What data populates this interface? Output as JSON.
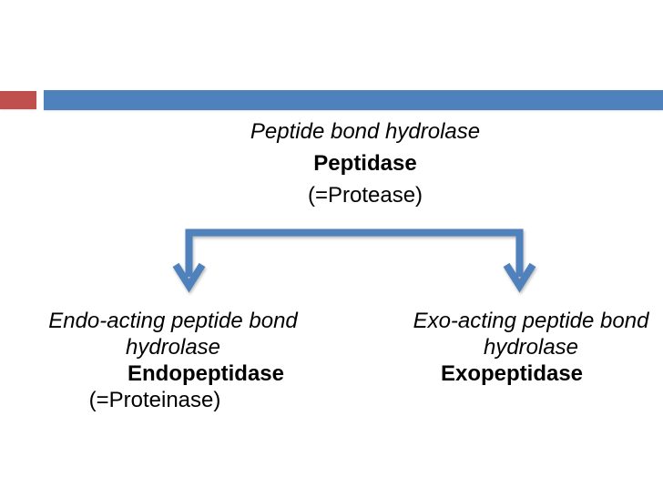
{
  "colors": {
    "accent_blue": "#4F81BD",
    "accent_red": "#C0504D",
    "text": "#000000",
    "background": "#FFFFFF"
  },
  "diagram": {
    "root": {
      "lines": [
        "Peptide bond hydrolase",
        "Peptidase",
        "(=Protease)"
      ]
    },
    "left_branch": {
      "lines": [
        "Endo-acting peptide bond",
        "hydrolase",
        "Endopeptidase",
        "(=Proteinase)"
      ]
    },
    "right_branch": {
      "lines": [
        "Exo-acting peptide bond",
        "hydrolase",
        "Exopeptidase"
      ]
    }
  }
}
